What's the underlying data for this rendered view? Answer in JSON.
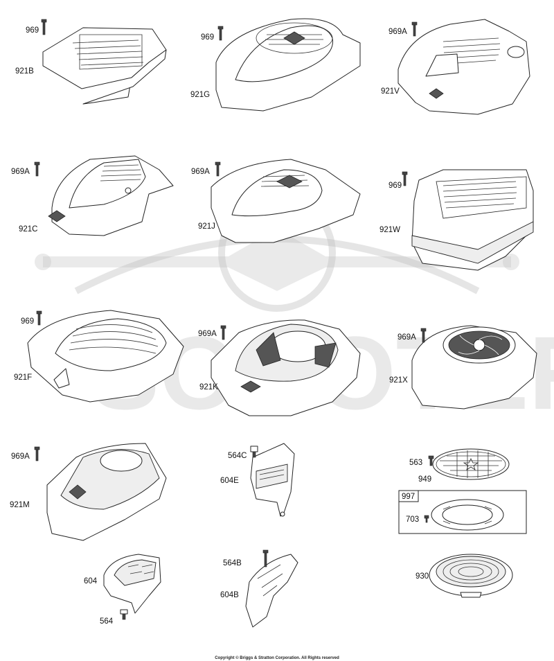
{
  "diagram": {
    "copyright": "Copyright © Briggs & Stratton Corporation. All Rights reserved",
    "watermark": "SCOOTER"
  },
  "labels": {
    "l969_a": "969",
    "l921B": "921B",
    "l969_b": "969",
    "l921G": "921G",
    "l969A_a": "969A",
    "l921V": "921V",
    "l969A_b": "969A",
    "l921C": "921C",
    "l969A_c": "969A",
    "l921J": "921J",
    "l969_c": "969",
    "l921W": "921W",
    "l969_d": "969",
    "l921F": "921F",
    "l969A_d": "969A",
    "l921K": "921K",
    "l969A_e": "969A",
    "l921X": "921X",
    "l969A_f": "969A",
    "l921M": "921M",
    "l564C": "564C",
    "l604E": "604E",
    "l563": "563",
    "l949": "949",
    "l997": "997",
    "l703": "703",
    "l604": "604",
    "l564": "564",
    "l564B": "564B",
    "l604B": "604B",
    "l930": "930"
  }
}
